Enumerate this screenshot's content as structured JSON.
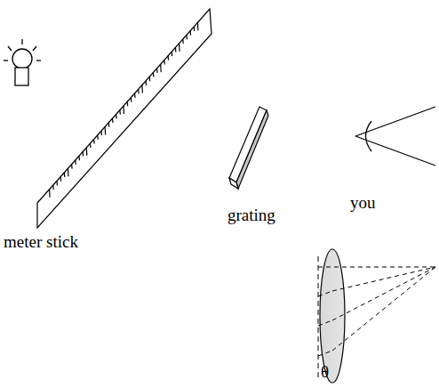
{
  "diagram": {
    "labels": [
      "meter stick",
      "grating",
      "you",
      "θ"
    ]
  }
}
